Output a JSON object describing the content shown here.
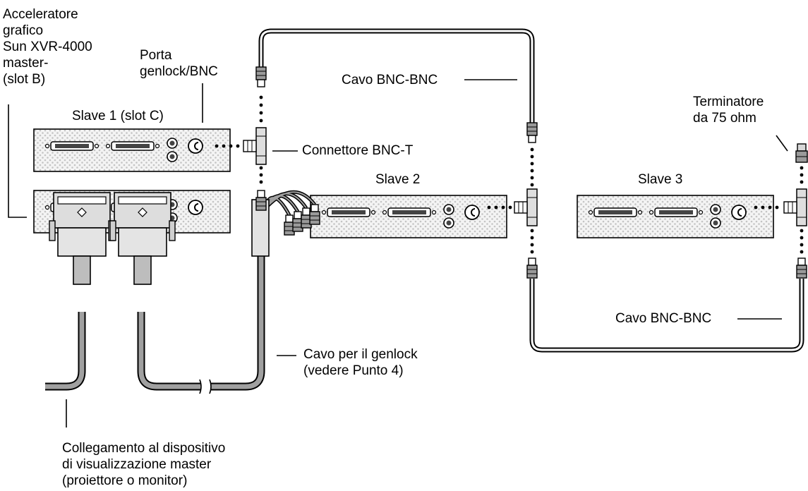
{
  "labels": {
    "master_title": [
      "Acceleratore",
      "grafico",
      "Sun XVR-4000",
      "master-",
      "(slot B)"
    ],
    "genlock_port": [
      "Porta",
      "genlock/BNC"
    ],
    "slave1": "Slave 1 (slot C)",
    "slave2": "Slave 2",
    "slave3": "Slave 3",
    "cable_top": "Cavo BNC-BNC",
    "cable_bottom": "Cavo BNC-BNC",
    "t_connector": "Connettore BNC-T",
    "terminator": [
      "Terminatore",
      "da 75 ohm"
    ],
    "genlock_cable": [
      "Cavo per il genlock",
      "(vedere Punto 4)"
    ],
    "display_link": [
      "Collegamento al dispositivo",
      "di visualizzazione master",
      "(proiettore o monitor)"
    ]
  },
  "colors": {
    "card_fill": "#f2f2f2",
    "card_dots": "#c4c4c4",
    "cable_gray": "#8f8f8f",
    "line_black": "#000000"
  }
}
